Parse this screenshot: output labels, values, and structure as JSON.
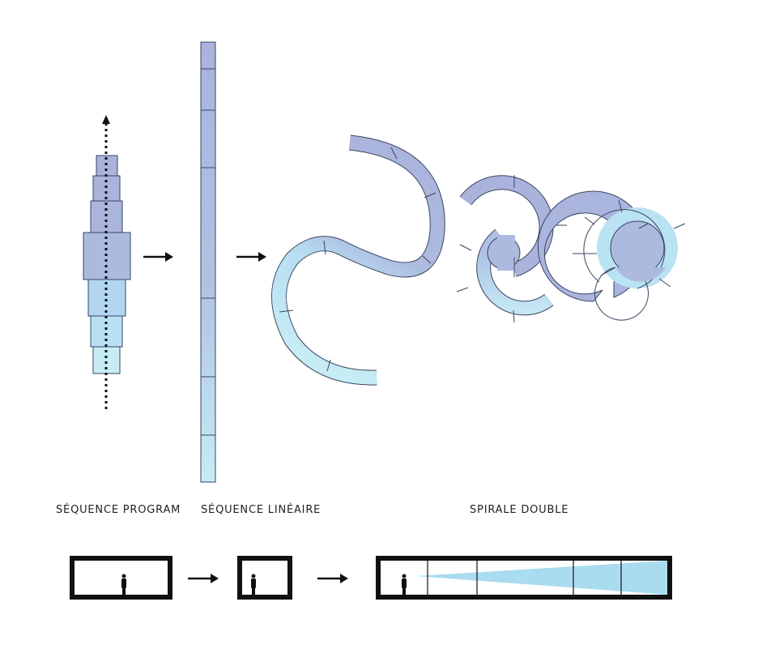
{
  "labels": {
    "program": "SÉQUENCE PROGRAM",
    "linear": "SÉQUENCE LINÉAIRE",
    "spiral": "SPIRALE DOUBLE"
  },
  "colors": {
    "purple": "#aab4dc",
    "blue": "#b4d4ee",
    "cyan": "#c4eaf4",
    "outline": "#3a4460",
    "cone": "#a9dcef"
  }
}
